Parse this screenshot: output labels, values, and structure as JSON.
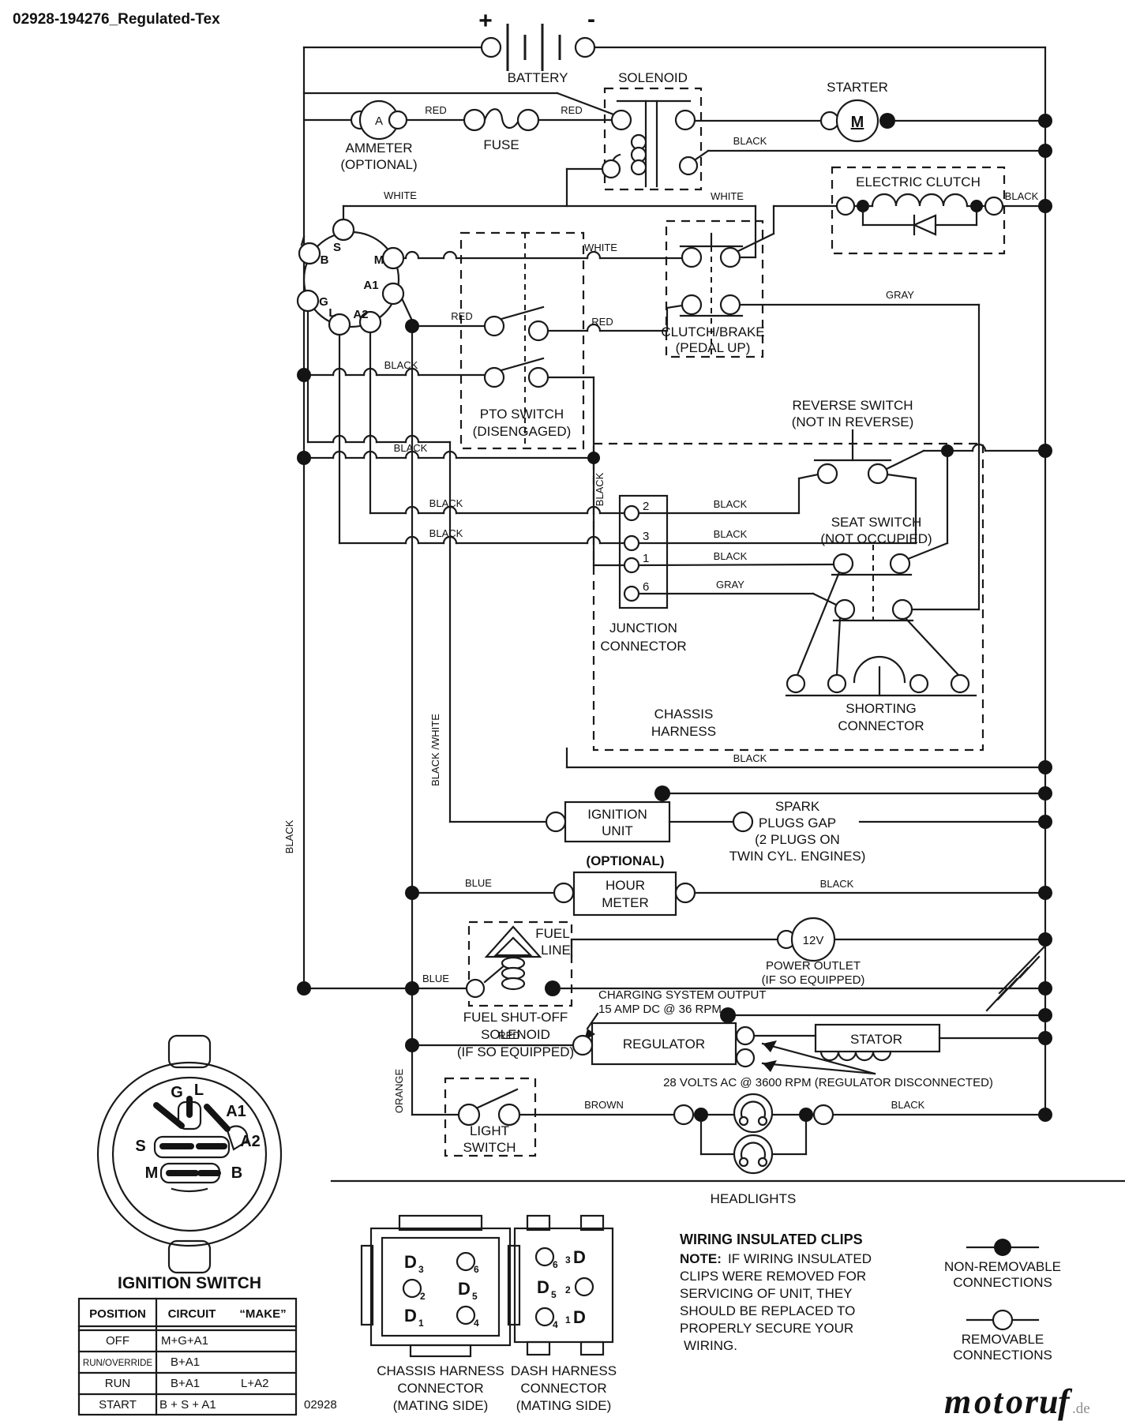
{
  "header": {
    "doc_id": "02928-194276_Regulated-Tex"
  },
  "wire_colors": {
    "red": "RED",
    "black": "BLACK",
    "white": "WHITE",
    "gray": "GRAY",
    "blue": "BLUE",
    "brown": "BROWN",
    "orange": "ORANGE",
    "black_white": "BLACK /WHITE"
  },
  "battery": {
    "label": "BATTERY",
    "plus": "+",
    "minus": "-"
  },
  "components": {
    "ammeter": "AMMETER",
    "ammeter_note": "(OPTIONAL)",
    "ammeter_symbol": "A",
    "fuse": "FUSE",
    "solenoid": "SOLENOID",
    "starter": "STARTER",
    "starter_symbol": "M",
    "electric_clutch": "ELECTRIC CLUTCH",
    "clutch_brake_1": "CLUTCH/BRAKE",
    "clutch_brake_2": "(PEDAL UP)",
    "pto_1": "PTO SWITCH",
    "pto_2": "(DISENGAGED)",
    "reverse_1": "REVERSE SWITCH",
    "reverse_2": "(NOT IN REVERSE)",
    "seat_1": "SEAT SWITCH",
    "seat_2": "(NOT OCCUPIED)",
    "junction_1": "JUNCTION",
    "junction_2": "CONNECTOR",
    "shorting_1": "SHORTING",
    "shorting_2": "CONNECTOR",
    "chassis_harness_1": "CHASSIS",
    "chassis_harness_2": "HARNESS",
    "ignition_unit_1": "IGNITION",
    "ignition_unit_2": "UNIT",
    "spark_1": "SPARK",
    "spark_2": "PLUGS GAP",
    "spark_3": "(2 PLUGS ON",
    "spark_4": "TWIN CYL. ENGINES)",
    "hour_meter_note": "(OPTIONAL)",
    "hour_meter_1": "HOUR",
    "hour_meter_2": "METER",
    "fuel_1": "FUEL",
    "fuel_2": "LINE",
    "power_outlet_v": "12V",
    "power_outlet_1": "POWER OUTLET",
    "power_outlet_2": "(IF SO EQUIPPED)",
    "fuel_solenoid_1": "FUEL SHUT-OFF",
    "fuel_solenoid_2": "SOLENOID",
    "fuel_solenoid_3": "(IF SO EQUIPPED)",
    "charging_1": "CHARGING SYSTEM OUTPUT",
    "charging_2": "15 AMP DC @ 36 RPM",
    "regulator": "REGULATOR",
    "stator": "STATOR",
    "stator_note": "28 VOLTS AC @ 3600 RPM (REGULATOR DISCONNECTED)",
    "light_switch_1": "LIGHT",
    "light_switch_2": "SWITCH",
    "headlights": "HEADLIGHTS"
  },
  "ignition_terminals": {
    "s": "S",
    "b": "B",
    "m": "M",
    "g": "G",
    "l": "L",
    "a1": "A1",
    "a2": "A2"
  },
  "junction_pins": {
    "p2": "2",
    "p3": "3",
    "p1": "1",
    "p6": "6"
  },
  "ignition_switch": {
    "title": "IGNITION SWITCH"
  },
  "ignition_table": {
    "col_position": "POSITION",
    "col_circuit": "CIRCUIT",
    "col_make": "“MAKE”",
    "rows": [
      {
        "position": "OFF",
        "circuit": "M+G+A1",
        "extra": ""
      },
      {
        "position": "RUN/OVERRIDE",
        "circuit": "B+A1",
        "extra": ""
      },
      {
        "position": "RUN",
        "circuit": "B+A1",
        "extra": "L+A2"
      },
      {
        "position": "START",
        "circuit": "B + S + A1",
        "extra": ""
      }
    ]
  },
  "page_number": "02928",
  "connectors": {
    "chassis_1": "CHASSIS HARNESS",
    "chassis_2": "CONNECTOR",
    "chassis_3": "(MATING SIDE)",
    "dash_1": "DASH HARNESS",
    "dash_2": "CONNECTOR",
    "dash_3": "(MATING SIDE)",
    "chassis_pins": [
      {
        "s": "D",
        "n": "3"
      },
      {
        "s": "O",
        "n": "6"
      },
      {
        "s": "O",
        "n": "2"
      },
      {
        "s": "D",
        "n": "5"
      },
      {
        "s": "D",
        "n": "1"
      },
      {
        "s": "O",
        "n": "4"
      }
    ],
    "dash_pins": [
      {
        "s": "O",
        "n": "6"
      },
      {
        "s": "D",
        "n": "3"
      },
      {
        "s": "D",
        "n": "5"
      },
      {
        "s": "O",
        "n": "2"
      },
      {
        "s": "O",
        "n": "4"
      },
      {
        "s": "D",
        "n": "1"
      }
    ]
  },
  "note": {
    "title": "WIRING INSULATED CLIPS",
    "bold": "NOTE:",
    "lines": [
      "IF WIRING INSULATED",
      "CLIPS WERE REMOVED FOR",
      "SERVICING OF UNIT, THEY",
      "SHOULD BE REPLACED TO",
      "PROPERLY SECURE YOUR",
      "WIRING."
    ]
  },
  "legend": {
    "nonremovable_1": "NON-REMOVABLE",
    "nonremovable_2": "CONNECTIONS",
    "removable_1": "REMOVABLE",
    "removable_2": "CONNECTIONS"
  },
  "logo": {
    "letters": [
      {
        "c": "m",
        "color": "#3f5fb5"
      },
      {
        "c": "o",
        "color": "#3da04a"
      },
      {
        "c": "t",
        "color": "#a8992a"
      },
      {
        "c": "o",
        "color": "#e0549c"
      },
      {
        "c": "r",
        "color": "#44a04c"
      },
      {
        "c": "u",
        "color": "#4a62c0"
      },
      {
        "c": "f",
        "color": "#eda323"
      }
    ],
    "suffix": ".de"
  }
}
